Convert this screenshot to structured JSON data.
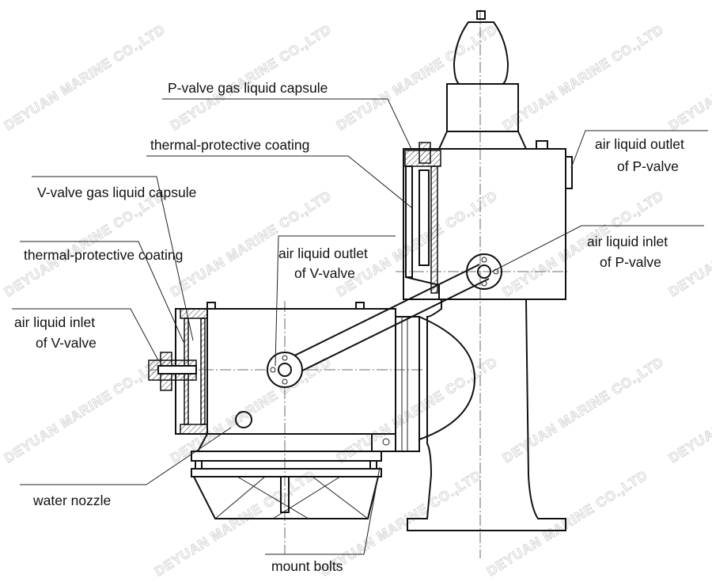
{
  "labels": {
    "p_capsule": "P-valve gas liquid capsule",
    "p_coating": "thermal-protective coating",
    "v_capsule": "V-valve gas liquid capsule",
    "v_coating": "thermal-protective coating",
    "v_inlet_1": "air liquid inlet",
    "v_inlet_2": "of V-valve",
    "v_outlet_1": "air liquid outlet",
    "v_outlet_2": "of V-valve",
    "p_outlet_1": "air liquid outlet",
    "p_outlet_2": "of P-valve",
    "p_inlet_1": "air liquid inlet",
    "p_inlet_2": "of P-valve",
    "water_nozzle": "water nozzle",
    "mount_bolts": "mount bolts"
  },
  "watermark": "DEYUAN MARINE CO.,LTD"
}
